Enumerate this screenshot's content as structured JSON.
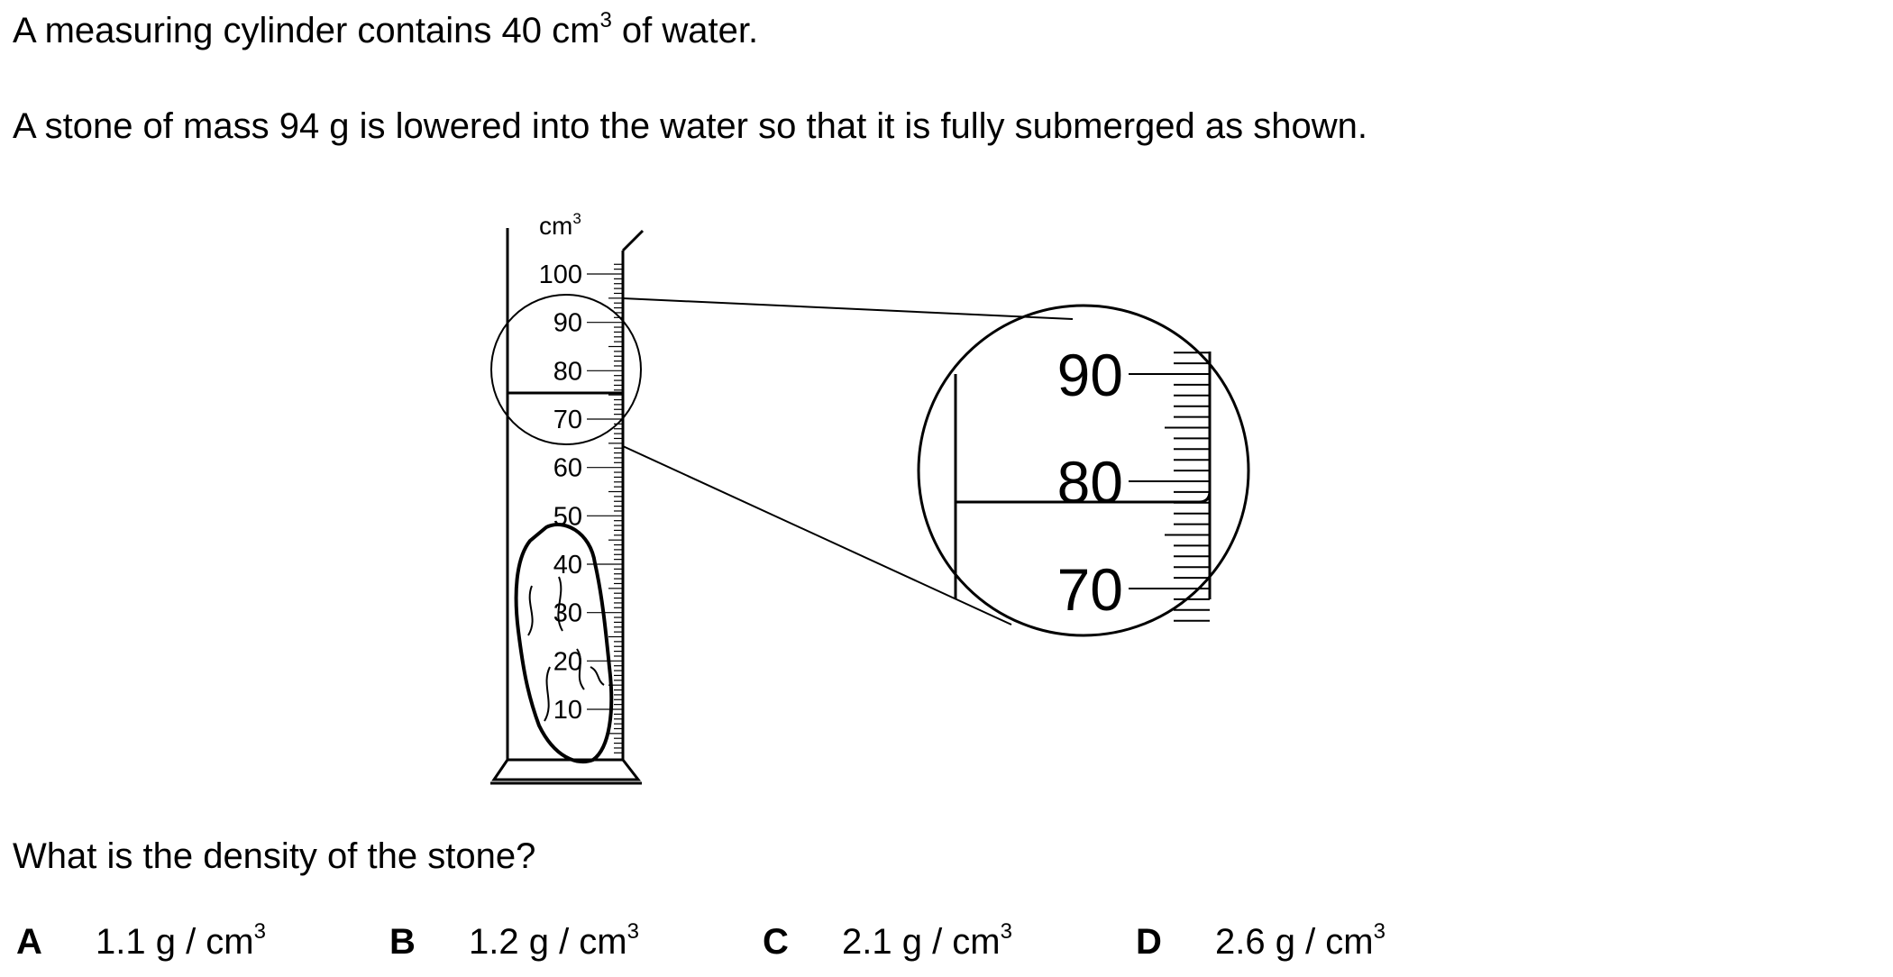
{
  "question": {
    "line1": {
      "pre": "A measuring cylinder contains 40 cm",
      "sup": "3",
      "post": " of water."
    },
    "line2": "A stone of mass 94 g is lowered into the water so that it is fully submerged as shown.",
    "prompt": "What is the density of the stone?"
  },
  "figure": {
    "unit": "cm",
    "unit_sup": "3",
    "scale_labels": [
      "100",
      "90",
      "80",
      "70",
      "60",
      "50",
      "40",
      "30",
      "20",
      "10"
    ],
    "zoom_labels": [
      "90",
      "80",
      "70"
    ],
    "water_level_cm3": 74
  },
  "options": [
    {
      "letter": "A",
      "value": "1.1 g / cm",
      "sup": "3"
    },
    {
      "letter": "B",
      "value": "1.2 g / cm",
      "sup": "3"
    },
    {
      "letter": "C",
      "value": "2.1 g / cm",
      "sup": "3"
    },
    {
      "letter": "D",
      "value": "2.6 g / cm",
      "sup": "3"
    }
  ]
}
